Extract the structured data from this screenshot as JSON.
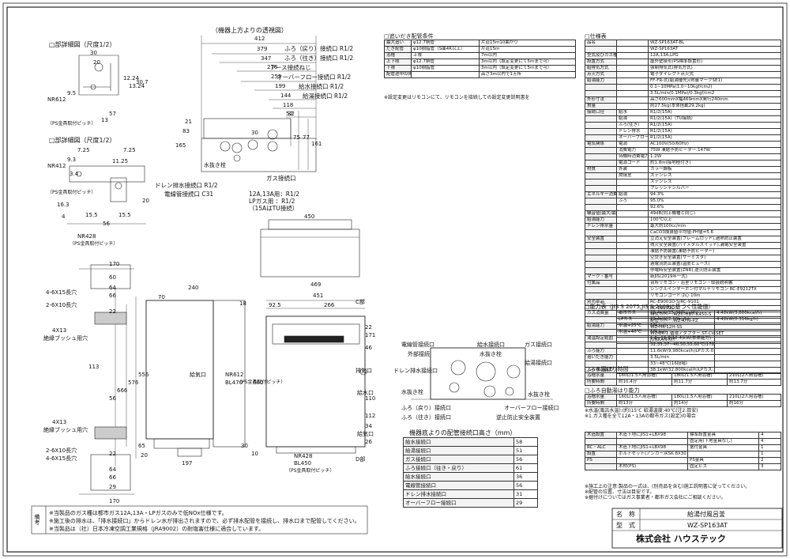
{
  "ttl": "（機器上方よりの透視図）",
  "tp": {
    "d": [
      "412",
      "379",
      "347",
      "278",
      "255",
      "199",
      "144",
      "118",
      "52",
      "83",
      "32",
      "75",
      "77",
      "161",
      "165",
      "21",
      "30"
    ],
    "cn": [
      "ふろ（戻り）接続口 R1/2",
      "ふろ（往き）接続口 R1/2",
      "アース接続ねじ",
      "オーバーフロー接続口 R1/2",
      "給水接続口 R1/2",
      "給湯接続口 R1/2",
      "水抜き栓",
      "ドレン排水接続口 R1/2",
      "電線管接続口 C31",
      "ガス接続口",
      "12A,13A用：R1/2",
      "LPガス用 ：R1/2",
      "（15AはTU接続）"
    ]
  },
  "da": {
    "ttl": "□部詳細図（尺度1/2）",
    "d": [
      "30",
      "12.24",
      "13.24",
      "30.7",
      "20",
      "57",
      "13",
      "9.5"
    ],
    "ln": "NR612",
    "pt": "（PS金具取付ピッチ）"
  },
  "db": {
    "ttl": "□部詳細図（尺度1/2）",
    "d": [
      "7.25",
      "7.25",
      "9.3",
      "11.25",
      "3.4",
      "16.3",
      "4",
      "15.5",
      "15.5",
      "56",
      "20"
    ],
    "ln": "NR412",
    "pt": "（PS金具取付ピッチ）",
    "nb": "NR428",
    "npt": "（PS金具取付ピッチ）"
  },
  "tv": {
    "d": [
      "450"
    ]
  },
  "fv": {
    "d": [
      "469",
      "451",
      "92.5",
      "266",
      "171",
      "46",
      "22",
      "600",
      "110",
      "112",
      "34",
      "26"
    ],
    "lb": [
      "C部",
      "D部",
      "排気口",
      "給水口",
      "給気口"
    ],
    "nr": "NR428",
    "bl": "BL450",
    "pt": "（PS金具取付ピッチ）"
  },
  "sv": {
    "d": [
      "240",
      "70",
      "556",
      "576",
      "666",
      "65",
      "20",
      "197",
      "18",
      "30",
      "10"
    ],
    "gk": "給気口",
    "nr": "NR612",
    "bl": "BL470",
    "pt": "（PS金具取付ピッチ）"
  },
  "lb": {
    "d": [
      "170",
      "60",
      "64",
      "66",
      "22",
      "113",
      "56",
      "64",
      "66",
      "22",
      "170",
      "29"
    ],
    "lb": [
      "4-6X15長穴",
      "2-6X10長穴",
      "4X13",
      "絶縁ブッシュ用穴",
      "4X13",
      "絶縁ブッシュ用穴",
      "2-6X10長穴",
      "4-6X15長穴"
    ]
  },
  "pv": {
    "ttl": "",
    "lb": [
      "電線管接続口",
      "外部接続",
      "ドレン排水接続口",
      "水抜き栓",
      "ふろ（戻り）接続口",
      "ふろ（往き）接続口",
      "給水接続口",
      "水抜き栓",
      "ガス接続口",
      "給湯接続口",
      "水抜き栓",
      "オーバーフロー接続口",
      "逆止防止安全装置"
    ]
  },
  "pipe": {
    "ttl": "□追いだき配管条件",
    "rows": [
      [
        "最大追い",
        "φ12.7銅管",
        "片道15m10曲がり"
      ],
      [
        "だき配管",
        "φ10樹脂管（S曲4R以上）",
        "片道15m"
      ],
      [
        "浴槽",
        "上限",
        "7m以内"
      ],
      [
        "上下限",
        "φ12.7銅管",
        "3m以内（設定変更にて5mまで可）"
      ],
      [
        "下限",
        "φ10樹脂管",
        "3m以内（設定変更にて5mまで可）"
      ],
      [
        "配管途中の障害物",
        "",
        "高さ3m以内で1ヵ所"
      ]
    ],
    "note": "※設定変更はリモコンにて、リモコンを接続しての設定変更説明書を"
  },
  "spec": {
    "ttl": "□仕様表",
    "rows": [
      [
        "品名",
        "",
        "WZ-SP163AT-BL"
      ],
      [
        "",
        "",
        "WZ-SP163AT"
      ],
      [
        "型式及びガス種",
        "",
        "12A,13A,LPG"
      ],
      [
        "設置方式",
        "",
        "屋外壁掛形(PS標準設置形)"
      ],
      [
        "給排気方式",
        "",
        "強制排気式(排気方式)"
      ],
      [
        "点火方式",
        "",
        "電子ダイレクト点火式"
      ],
      [
        "給湯能力",
        "",
        "FF-FR-式(給湯優先)(熱量マークSE1)"
      ],
      [
        "",
        "",
        "0.1~10MPa(1.0~10kgf/cm2)"
      ],
      [
        "",
        "",
        "3.5L/min(0.1MPa)/0.3kgf/cm2"
      ],
      [
        "外形寸法",
        "",
        "高さ600mmX幅469mmX奥行240mm"
      ],
      [
        "質量",
        "",
        "約27.5kg(本体搭載29.2kg)"
      ],
      [
        "接続口径",
        "給水",
        "R1/2(15A)"
      ],
      [
        "",
        "給湯",
        "R1/2(15A)（TU接続）"
      ],
      [
        "",
        "ふろ(往き)",
        "R1/2(15A)"
      ],
      [
        "",
        "ドレン排水",
        "R1/2(15A)"
      ],
      [
        "",
        "オーバーフロー",
        "R1/2(15A)"
      ],
      [
        "電気関係",
        "電源",
        "AC100V(50/60Hz)"
      ],
      [
        "",
        "消費電力",
        "75W 凍結予防ヒーター:147W"
      ],
      [
        "",
        "待機時消費電力",
        "1.2W"
      ],
      [
        "",
        "電源コード",
        "約1.8m(接地極付き)"
      ],
      [
        "材質",
        "外装",
        "カラー鋼板"
      ],
      [
        "",
        "燃焼室",
        "ステンレス"
      ],
      [
        "",
        "",
        "ステンレス"
      ],
      [
        "",
        "",
        "プレッシャシルバー"
      ],
      [
        "エネルギー消費効率",
        "給湯",
        "94.3%"
      ],
      [
        "",
        "ふろ",
        "95.0%"
      ],
      [
        "",
        "",
        "92.6%"
      ],
      [
        "騒音値(最大/最小)",
        "",
        "49dB(同上機種と同じ)"
      ],
      [
        "給湯能力",
        "",
        "100℃以上"
      ],
      [
        "ドレン排水量",
        "",
        "最大約100cc/min"
      ],
      [
        "",
        "",
        "CaCO3換算値平均値:PH値=5.6"
      ],
      [
        "安全装置",
        "",
        "立消え安全装置(フレームロッド),過熱防止装置"
      ],
      [
        "",
        "",
        "残火安全装置(バイメタルスイッチ),漏電安全装置"
      ],
      [
        "",
        "",
        "凍結予防装置(凍結予防ヒーター)"
      ],
      [
        "",
        "",
        "空焚き安全装置(サーミスタ)"
      ],
      [
        "",
        "",
        "過電流防止装置(温度ヒューズ)"
      ],
      [
        "",
        "",
        "停電時安全装置(ZNR),逆火防止装置"
      ],
      [
        "マーク・番号",
        "",
        "新JIS(2019年一式)"
      ],
      [
        "付属品",
        "",
        "台所リモコン・浴室リモコン・取扱説明書"
      ],
      [
        "",
        "",
        "シングルインターホン付マルチリモコン RC-E9212TX"
      ],
      [
        "",
        "",
        "リモコンコード:2心 10m"
      ],
      [
        "別売部品",
        "",
        "RC-E9001D-S/RC-9101"
      ],
      [
        "",
        "",
        "RC-E9202D"
      ],
      [
        "",
        "",
        "排気カバー:WZC-HB7-K450-S"
      ],
      [
        "",
        "",
        "配管カバー:WZ-KH9-PZ"
      ],
      [
        "",
        "",
        "WZ-HK-12H-SS"
      ],
      [
        "",
        "",
        "WZ-BK-1:循環アダプター:ST-CV-SET"
      ],
      [
        "",
        "",
        "JUNKAN-KIT"
      ]
    ]
  },
  "cap": {
    "ttl": "□能力表（JIS S 2075,JIS S 2109に基づく性能値）",
    "rows": [
      [
        "ガス消費量",
        "都市ガス",
        "29.4kW(25,300kcal/h)",
        "4.42kW(3,800kcal/h)"
      ],
      [
        "",
        "LPガス",
        "29.4kW(2.10kg/h)",
        "4.42kW(0.316kg/h)"
      ],
      [
        "給湯能力",
        "水温+25℃",
        "16L/min"
      ],
      [
        "",
        "水温+40℃",
        "10L/min"
      ],
      [
        "湯温設定範囲",
        "",
        "1.8~16.8(12.4)kW(本体能力)"
      ],
      [
        "",
        "",
        "32,35,37~48,50,55,60℃(17段階)"
      ],
      [
        "ふろ能力",
        "",
        "11.6kW(9,980kcal/h)LPガス:0.829kg/h"
      ],
      [
        "追いだき能力",
        "",
        "3.5L/min"
      ],
      [
        "",
        "",
        "33~48℃(16段階)"
      ],
      [
        "ふろ保温能力",
        "",
        "38.1kW(32,800kcal/h)LPガス:2.72kg/h"
      ]
    ],
    "ts": "□ふろ湯はり時間",
    "rows2": [
      [
        "浴槽水量",
        "160L(1.5人用浴槽)",
        "180L(1.5人用浴槽)",
        "210L(2人用浴槽)"
      ],
      [
        "所要時間",
        "約10.4分",
        "約11.7分",
        "約13.7分"
      ]
    ],
    "ts2": "□ふろ自動湯はり能力",
    "rows3": [
      [
        "浴槽水量",
        "160L(1.5人用浴槽)",
        "180L(1.5人用浴槽)",
        "210L(2人用浴槽)"
      ],
      [
        "所要時間",
        "約13分",
        "約14分",
        "約16分"
      ]
    ],
    "nt": [
      "※水温(風呂水温):(約)15℃ 給湯温度:40℃(注2:目安)",
      "※1.ガス種を全て12A・13Aの都市ガス(設定)の場合"
    ]
  },
  "ins": {
    "rows": [
      [
        "木造設置",
        "木造下地にJIS1+LBX98",
        "標準設置金具",
        "4"
      ],
      [
        "",
        "",
        "固定用(下地金具なし)",
        "4"
      ],
      [
        "RC・ALC",
        "木造下地にJIS1+LBX98",
        "据付金具",
        "1"
      ],
      [
        "設置",
        "ボルトセット(アンカー)KSK 8X30",
        "",
        "1"
      ],
      [
        "PS",
        "",
        "PS金具",
        "2"
      ],
      [
        "",
        "木材(PS)",
        "固定ビス",
        "3"
      ]
    ]
  },
  "foot": [
    "※施工上の注意:製品の一式は、(別売品を含む)施工説明書に従ってください。",
    "※配管の位置、寸法は目安です。",
    "※据付けについてはガス事業者・都市ガス会社にご相談ください。"
  ],
  "hgt": {
    "ttl": "機器底よりの配管接続口高さ（mm）",
    "rows": [
      [
        "給水接続口",
        "58"
      ],
      [
        "給湯接続口",
        "51"
      ],
      [
        "ガス接続口",
        "56"
      ],
      [
        "ふろ接続口（往き・戻り）",
        "61"
      ],
      [
        "給水接続口",
        "36"
      ],
      [
        "電線管接続口",
        "56"
      ],
      [
        "ドレン排水接続口",
        "31"
      ],
      [
        "オーバーフロー接続口",
        "29"
      ]
    ]
  },
  "bt": {
    "lbl": "備考",
    "ln": [
      "※当製品のガス種は都市ガス12A,13A・LPガスのみで低NOx仕様です。",
      "※施工後の排水は、「排水接続口」からドレン水が排出されますので、必ず排水配管を接続し、排水口まで配管してください。",
      "※当製品は（社）日本冷凍空調工業規格（JRA9002）の耐塩害仕様に適合しています。"
    ]
  },
  "tb": {
    "l1": "名　称",
    "v1": "給湯付風呂釜",
    "l2": "型　式",
    "v2": "WZ-SP163AT",
    "co": "株式会社 ハウステック"
  }
}
